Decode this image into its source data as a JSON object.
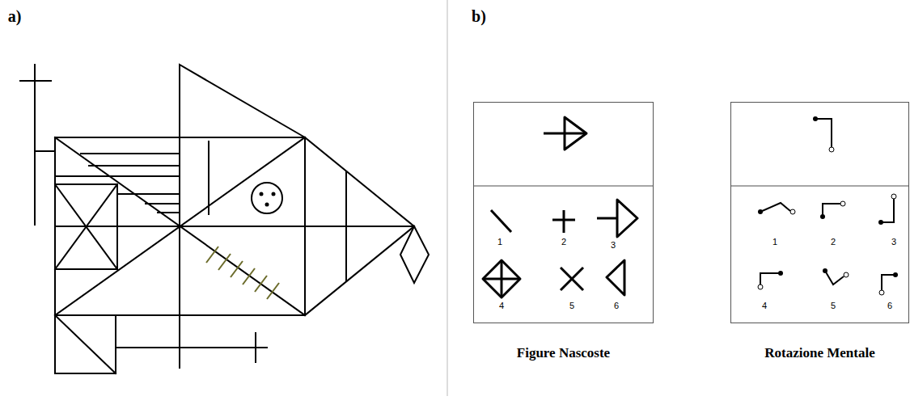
{
  "diagram": {
    "nodes": [
      {
        "text": [
          "Figure Nascoste"
        ]
      },
      {
        "text": [
          "Rotazione Mentale"
        ]
      }
    ],
    "labels": [
      "a)",
      "b)",
      "1",
      "2",
      "3",
      "4",
      "5",
      "6",
      "1",
      "2",
      "3",
      "4",
      "5",
      "6"
    ]
  }
}
